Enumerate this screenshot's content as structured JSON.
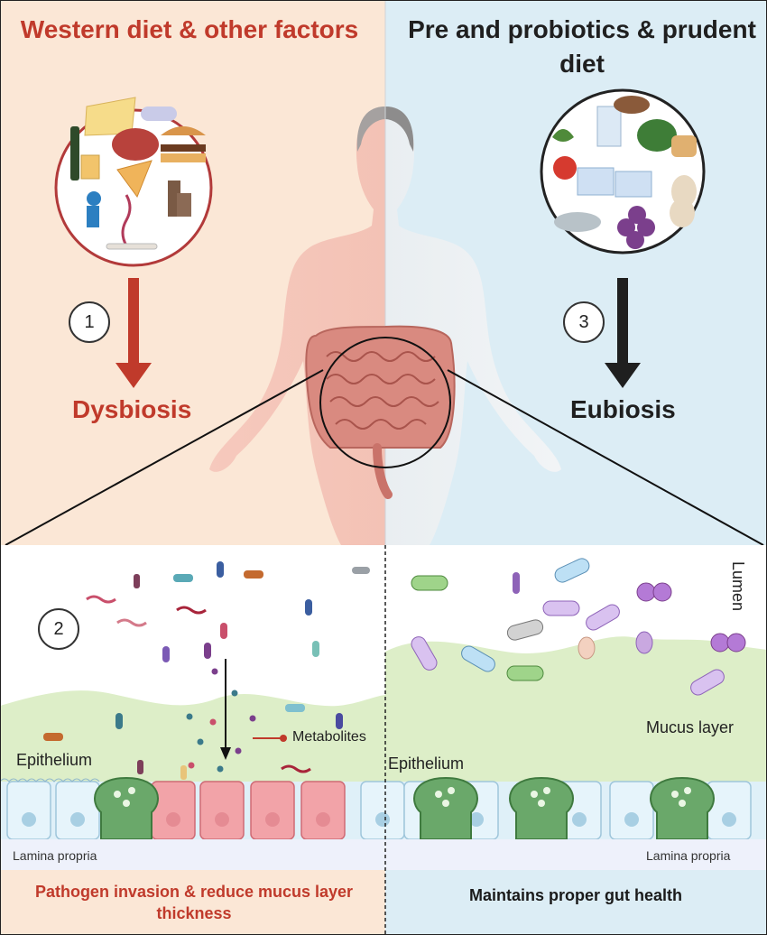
{
  "colors": {
    "left_bg": "#fbe7d6",
    "right_bg": "#dcedf5",
    "red": "#c03a2b",
    "mucus": "#ddeec8",
    "epithelium": "#dff0f8",
    "inflamed_cell": "#f2a3a8",
    "goblet": "#6aa86a"
  },
  "top": {
    "left_title": "Western diet & other factors",
    "right_title": "Pre and probiotics & prudent diet",
    "step1": "1",
    "step3": "3",
    "dysbiosis": "Dysbiosis",
    "eubiosis": "Eubiosis"
  },
  "bottom": {
    "step2": "2",
    "lumen": "Lumen",
    "metabolites": "Metabolites",
    "epithelium_left": "Epithelium",
    "epithelium_right": "Epithelium",
    "mucus_layer": "Mucus layer",
    "lamina_left": "Lamina propria",
    "lamina_right": "Lamina propria",
    "footer_left": "Pathogen invasion & reduce mucus layer thickness",
    "footer_right": "Maintains proper gut health"
  },
  "icons": {
    "left_circle": "unhealthy-factors-icon",
    "right_circle": "healthy-food-icon",
    "body": "human-body-icon",
    "intestine": "intestine-icon"
  }
}
